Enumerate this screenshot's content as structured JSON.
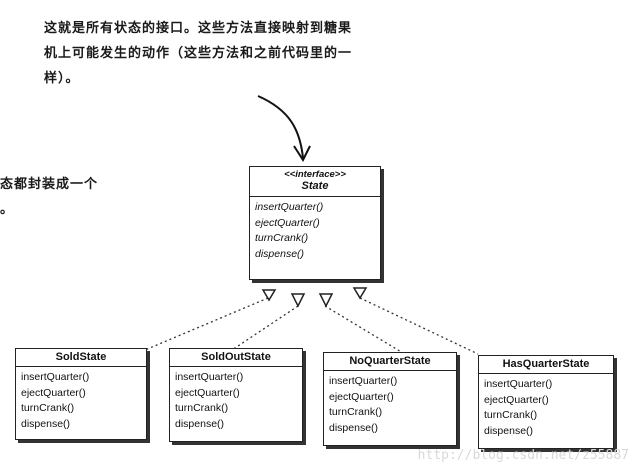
{
  "notes": {
    "top": [
      "这就是所有状态的接口。这些方法直接映射到糖果",
      "机上可能发生的动作（这些方法和之前代码里的一",
      "样）。"
    ],
    "left": [
      "态都封装成一个",
      "。"
    ]
  },
  "interface": {
    "stereotype": "<<interface>>",
    "name": "State",
    "methods": [
      "insertQuarter()",
      "ejectQuarter()",
      "turnCrank()",
      "dispense()"
    ]
  },
  "classes": [
    {
      "name": "SoldState",
      "methods": [
        "insertQuarter()",
        "ejectQuarter()",
        "turnCrank()",
        "dispense()"
      ]
    },
    {
      "name": "SoldOutState",
      "methods": [
        "insertQuarter()",
        "ejectQuarter()",
        "turnCrank()",
        "dispense()"
      ]
    },
    {
      "name": "NoQuarterState",
      "methods": [
        "insertQuarter()",
        "ejectQuarter()",
        "turnCrank()",
        "dispense()"
      ]
    },
    {
      "name": "HasQuarterState",
      "methods": [
        "insertQuarter()",
        "ejectQuarter()",
        "turnCrank()",
        "dispense()"
      ]
    }
  ],
  "watermark": "http://blog.csdn.net/z55887"
}
